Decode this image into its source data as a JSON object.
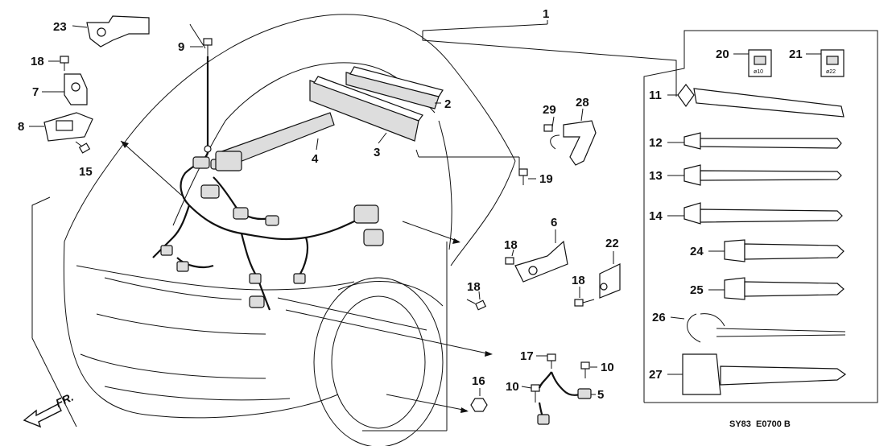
{
  "callouts": {
    "c1": "1",
    "c2": "2",
    "c3": "3",
    "c4": "4",
    "c5": "5",
    "c6": "6",
    "c7": "7",
    "c8": "8",
    "c9": "9",
    "c10a": "10",
    "c10b": "10",
    "c11": "11",
    "c12": "12",
    "c13": "13",
    "c14": "14",
    "c15": "15",
    "c16": "16",
    "c17": "17",
    "c18a": "18",
    "c18b": "18",
    "c18c": "18",
    "c18d": "18",
    "c19": "19",
    "c20": "20",
    "c21": "21",
    "c22": "22",
    "c23": "23",
    "c24": "24",
    "c25": "25",
    "c26": "26",
    "c27": "27",
    "c28": "28",
    "c29": "29"
  },
  "clip_labels": {
    "d10": "ø10",
    "d22": "ø22"
  },
  "direction": {
    "label": "FR."
  },
  "diagram_code": "SY83  E0700 B"
}
